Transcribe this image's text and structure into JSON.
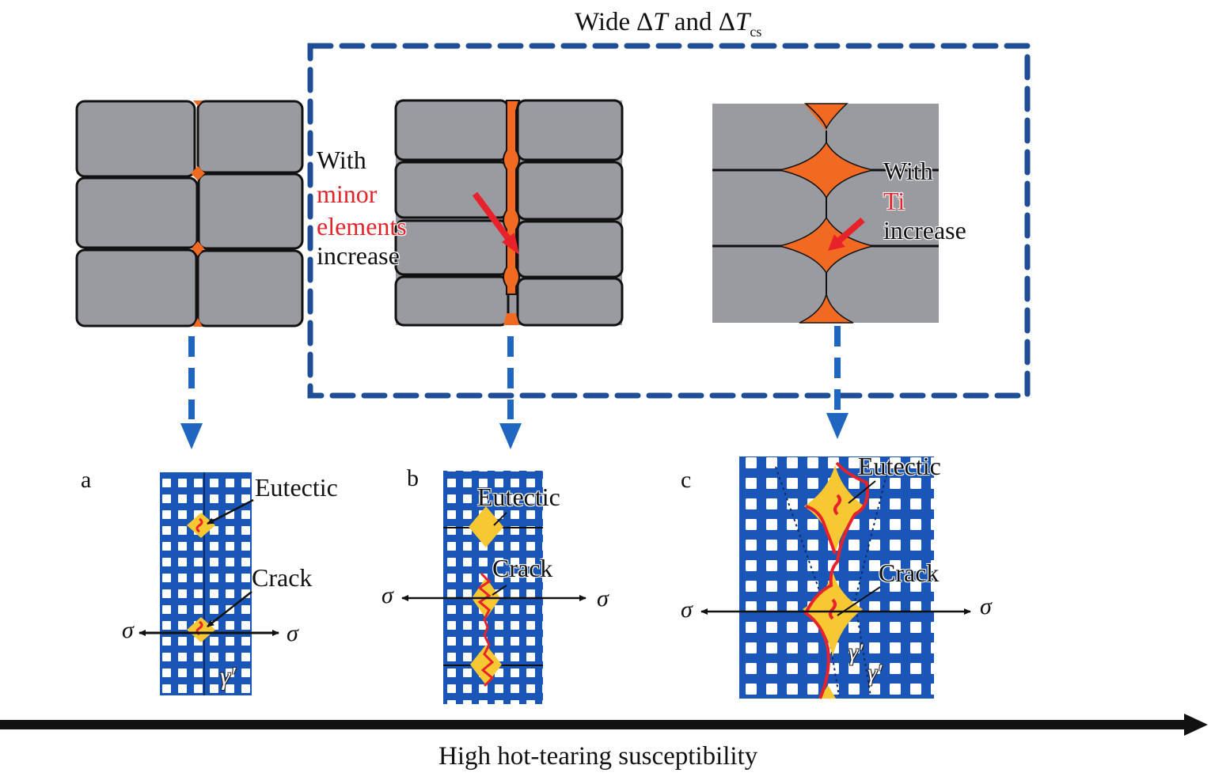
{
  "header": {
    "title_prefix": "Wide ΔT and ΔT",
    "title_prefix_delta1": "Δ",
    "title_T1": "T",
    "title_and": " and ",
    "title_delta2": "Δ",
    "title_T2": "T",
    "title_sub": "cs"
  },
  "annotations": {
    "minor": {
      "line1": "With",
      "line2": "minor",
      "line3": "elements",
      "line4": "increase"
    },
    "ti": {
      "line1": "With",
      "line2": "Ti",
      "line3": "increase"
    }
  },
  "panels": [
    {
      "id": "a",
      "label": "a",
      "eutectic": "Eutectic",
      "crack": "Crack",
      "stress_left": "σ",
      "stress_right": "σ",
      "phase": "γ′"
    },
    {
      "id": "b",
      "label": "b",
      "eutectic": "Eutectic",
      "crack": "Crack",
      "stress_left": "σ",
      "stress_right": "σ"
    },
    {
      "id": "c",
      "label": "c",
      "eutectic": "Eutectic",
      "crack": "Crack",
      "stress_left": "σ",
      "stress_right": "σ",
      "phase1": "γ′",
      "phase2": "γ′"
    }
  ],
  "axis": {
    "label": "High hot-tearing susceptibility"
  },
  "colors": {
    "grain": "#9a9ba0",
    "liquid": "#f26a21",
    "dashed_box": "#1f4e96",
    "flow_arrow": "#1e66c0",
    "matrix": "#1a56b8",
    "eutectic": "#f7c832",
    "crack": "#e8222a",
    "highlight_text": "#e0252b"
  }
}
